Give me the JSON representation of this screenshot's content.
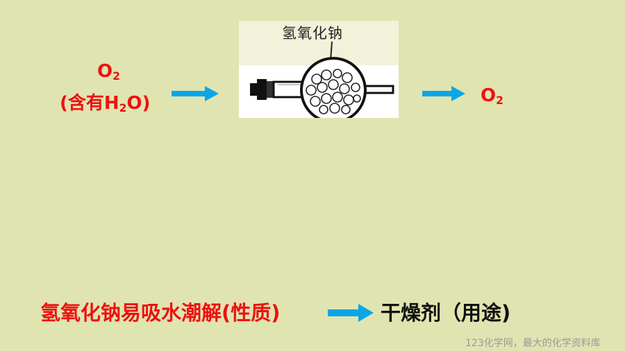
{
  "inlet": {
    "gas": "O",
    "gas_sub": "2",
    "note_open": "(含有H",
    "note_sub": "2",
    "note_close": "O)"
  },
  "outlet": {
    "gas": "O",
    "gas_sub": "2"
  },
  "apparatus": {
    "label": "氢氧化钠"
  },
  "summary": {
    "property": "氢氧化钠易吸水潮解(性质)",
    "use": "干燥剂（用途)"
  },
  "footer": "123化学网，最大的化学资料库",
  "colors": {
    "text_red": "#ee1111",
    "arrow_blue": "#0aa6e8",
    "background": "#e0e4b0"
  }
}
